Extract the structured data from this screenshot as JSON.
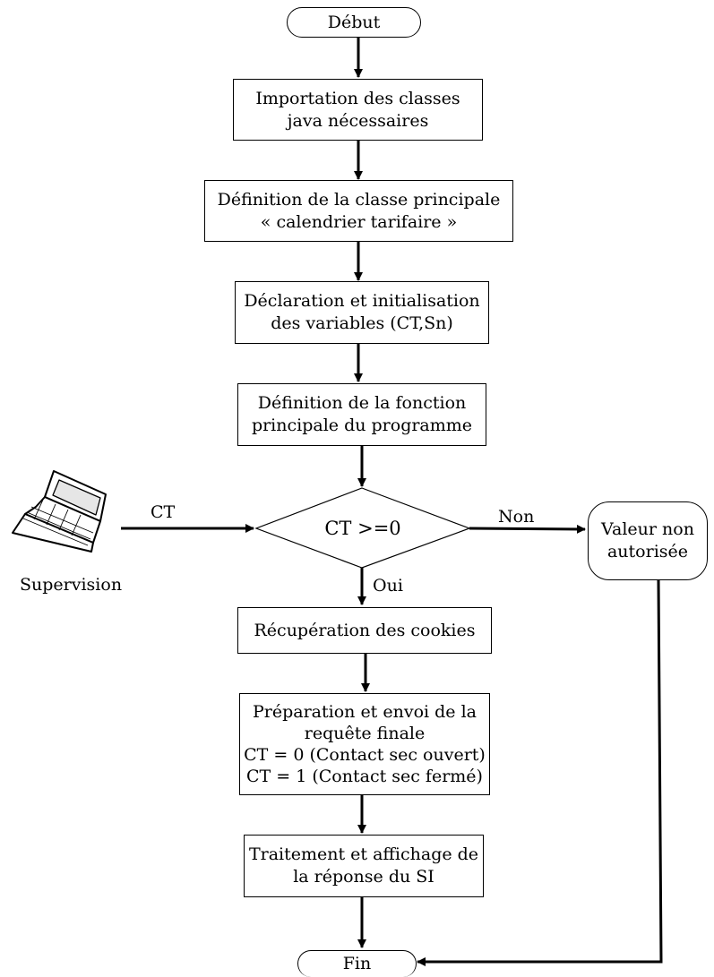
{
  "start": "Début",
  "end": "Fin",
  "steps": [
    [
      "Importation des classes",
      "java nécessaires"
    ],
    [
      "Définition de  la classe principale",
      "« calendrier tarifaire »"
    ],
    [
      "Déclaration et initialisation",
      "des variables (CT,Sn)"
    ],
    [
      "Définition de la fonction",
      "principale du programme"
    ]
  ],
  "decision": "CT >=0",
  "input_label": "CT",
  "source_label": "Supervision",
  "yes_label": "Oui",
  "no_label": "Non",
  "reject": [
    "Valeur non",
    "autorisée"
  ],
  "cookies_step": "Récupération des cookies",
  "request_step": [
    "Préparation et envoi de la",
    "requête finale",
    "CT = 0 (Contact sec ouvert)",
    "CT = 1 (Contact sec fermé)"
  ],
  "response_step": [
    "Traitement et affichage de",
    "la réponse du SI"
  ],
  "icons": {
    "source": "laptop-icon"
  }
}
